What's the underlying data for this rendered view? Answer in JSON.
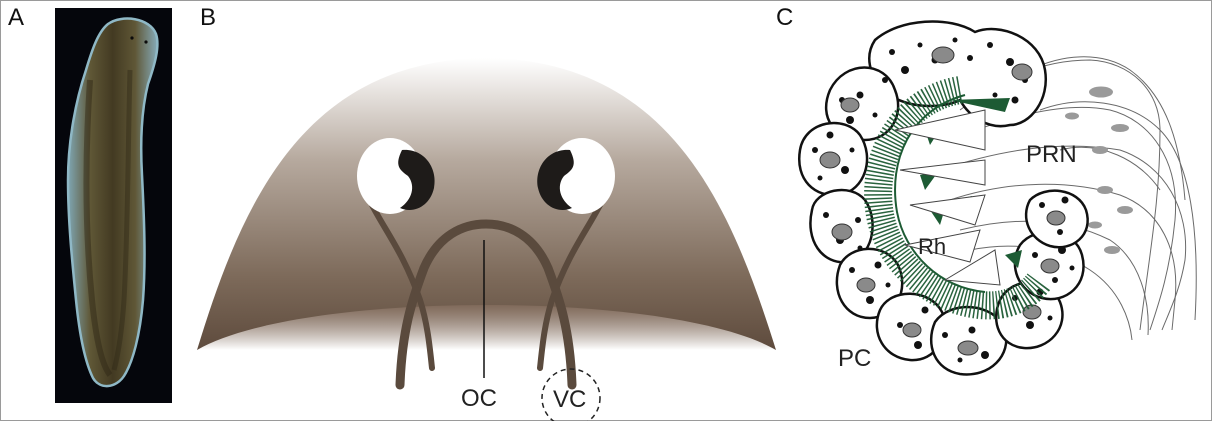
{
  "figure": {
    "panels": [
      {
        "letter": "A"
      },
      {
        "letter": "B"
      },
      {
        "letter": "C"
      }
    ],
    "panel_b": {
      "labels": {
        "optic_chiasm": "OC",
        "visual_cell": "VC"
      }
    },
    "panel_c": {
      "labels": {
        "photoreceptor_neurons": "PRN",
        "rhabdomere": "Rh",
        "pigment_cells": "PC"
      }
    },
    "colors": {
      "rhabdomere_green": "#1d5b34",
      "head_brown": "#6e5a4b",
      "nerve_brown": "#5a4a3d",
      "photo_background": "#05060c"
    }
  }
}
